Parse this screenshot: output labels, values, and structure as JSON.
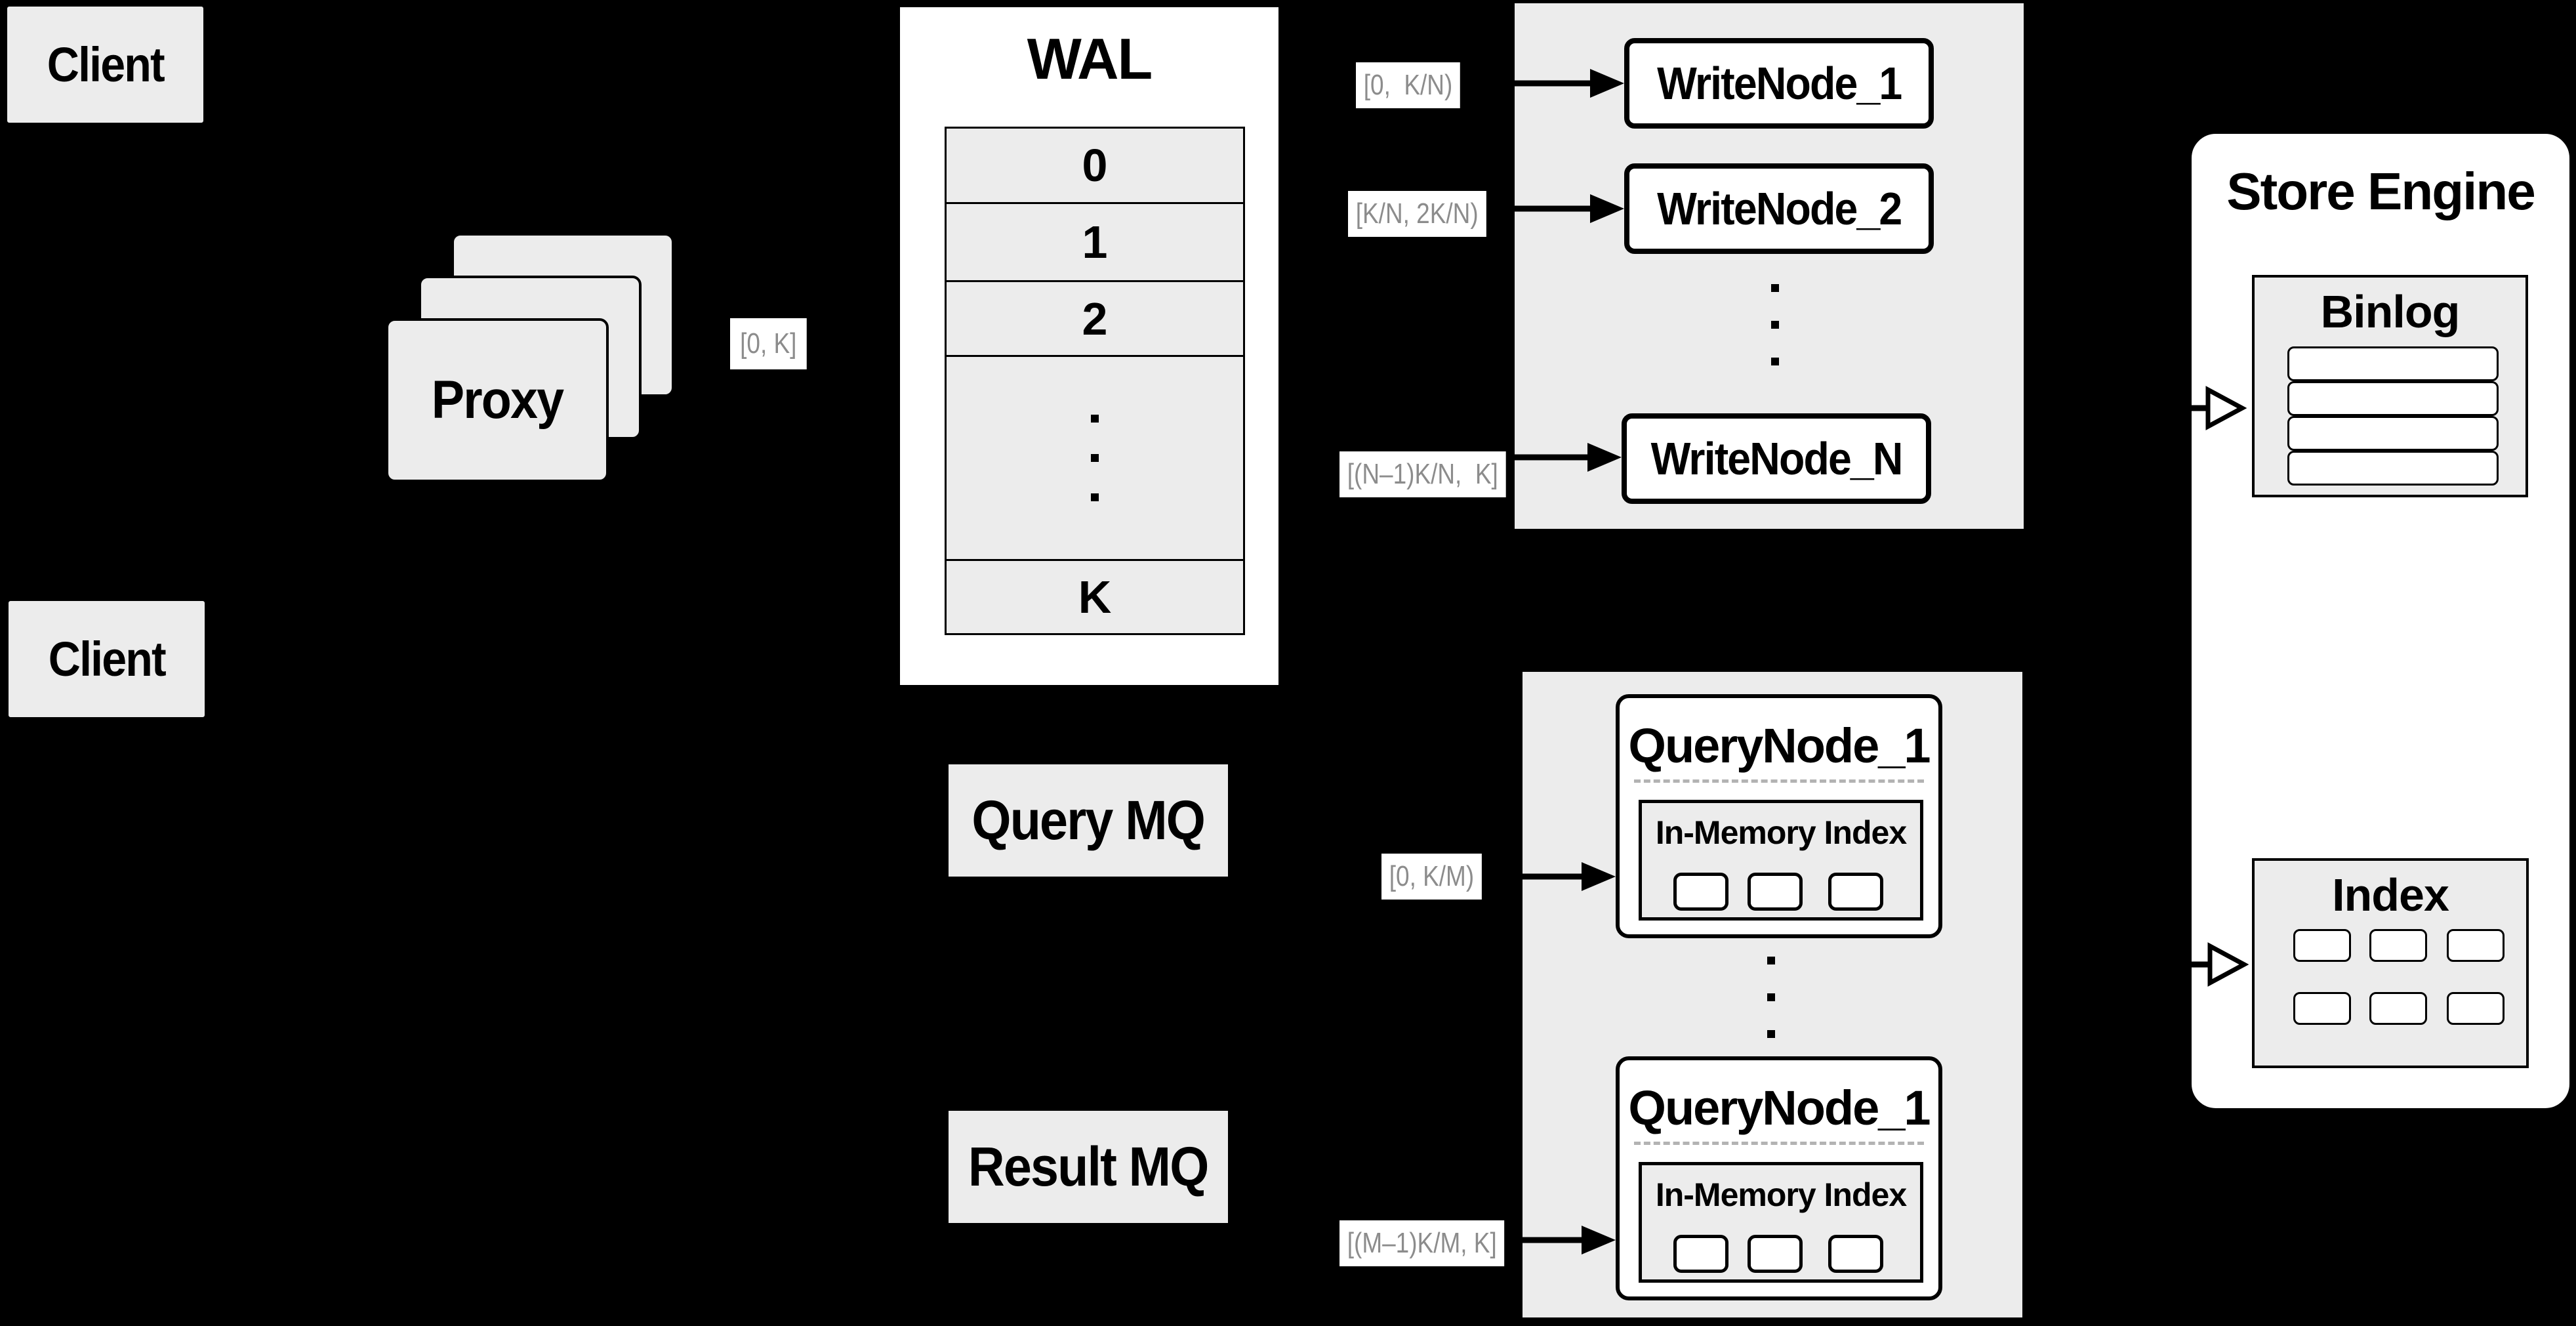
{
  "clients": {
    "top": "Client",
    "bottom": "Client"
  },
  "proxy": {
    "label": "Proxy"
  },
  "wal": {
    "title": "WAL",
    "segments": [
      "0",
      "1",
      "2"
    ],
    "last_segment": "K"
  },
  "chips": {
    "proxy_out": "[0, K]",
    "wal_to_write_1": "[0,  K/N)",
    "wal_to_write_2": "[K/N, 2K/N)",
    "wal_to_write_n": "[(N–1)K/N,  K]",
    "query_to_node_1": "[0, K/M)",
    "result_to_node_m": "[(M–1)K/M, K]"
  },
  "write_nodes": [
    "WriteNode_1",
    "WriteNode_2",
    "WriteNode_N"
  ],
  "query_nodes": [
    {
      "title": "QueryNode_1",
      "inmem_title": "In-Memory Index"
    },
    {
      "title": "QueryNode_1",
      "inmem_title": "In-Memory Index"
    }
  ],
  "mq": {
    "query": "Query MQ",
    "result": "Result MQ"
  },
  "store_engine": {
    "title": "Store Engine",
    "binlog_title": "Binlog",
    "index_title": "Index"
  },
  "colors": {
    "background": "#000000",
    "panel_gray": "#ececec",
    "box_white": "#ffffff",
    "line_black": "#000000",
    "chip_text_gray": "#8c8c8c",
    "dashed_divider": "#b3b3b3"
  }
}
